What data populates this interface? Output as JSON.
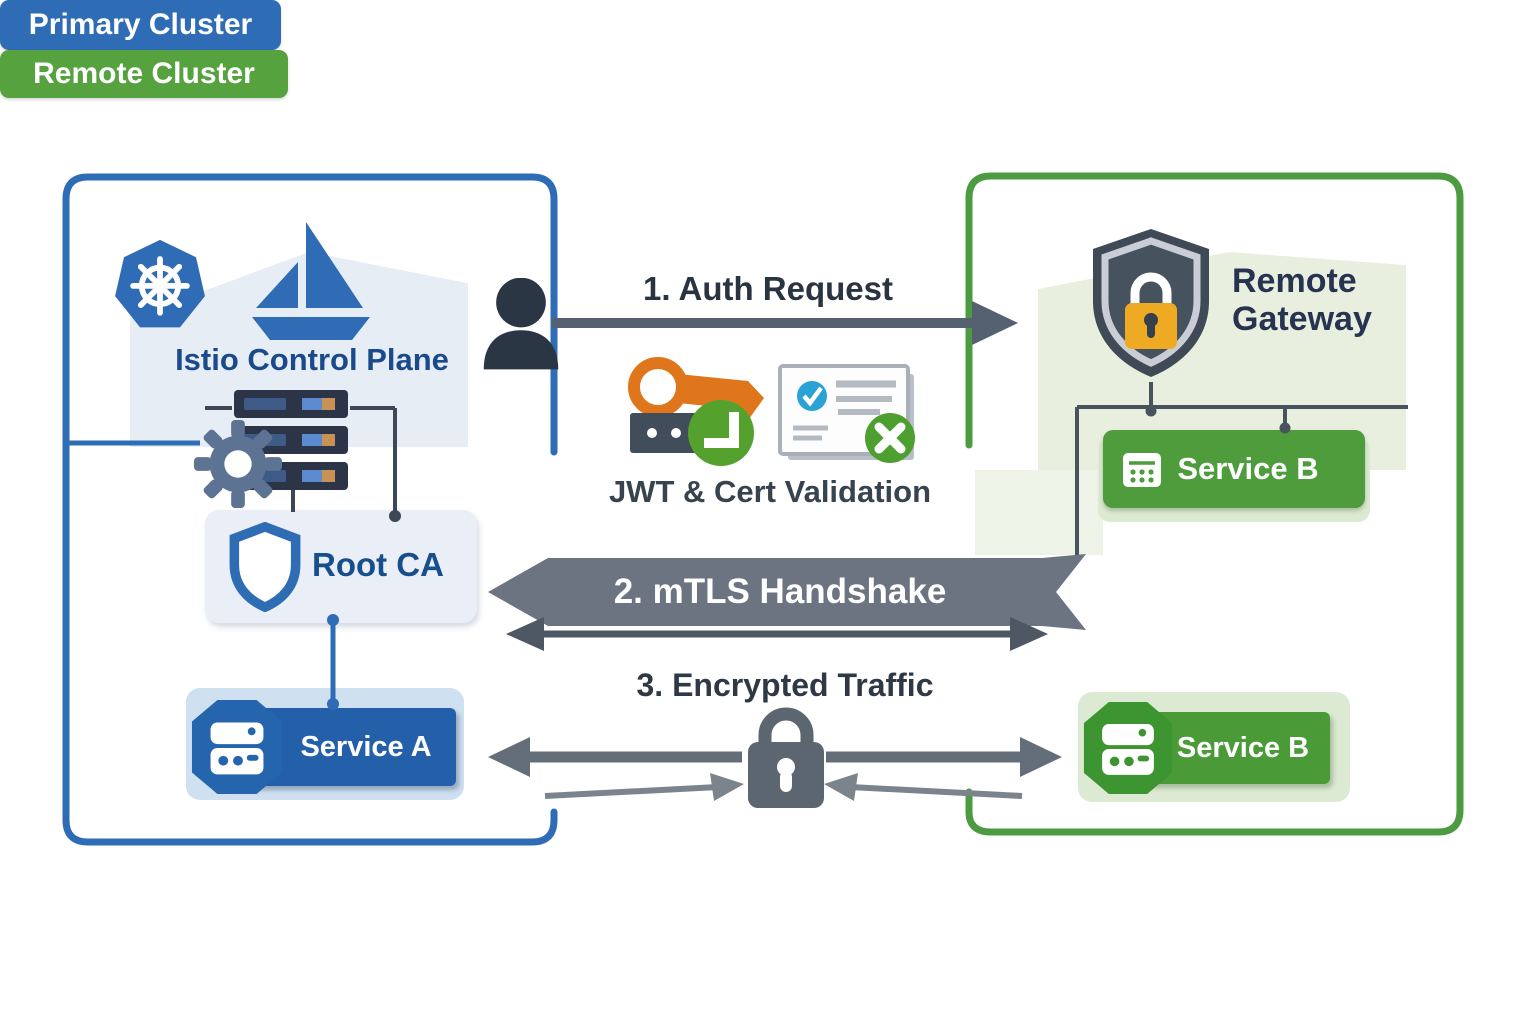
{
  "primary_cluster": {
    "label": "Primary Cluster",
    "istio_title": "Istio Control Plane",
    "root_ca_label": "Root CA",
    "service_a_label": "Service A"
  },
  "remote_cluster": {
    "label": "Remote Cluster",
    "gateway_label": "Remote Gateway",
    "service_b_top_label": "Service B",
    "service_b_bottom_label": "Service B"
  },
  "flows": {
    "auth_request": "1. Auth Request",
    "jwt_cert_validation": "JWT & Cert Validation",
    "mtls_handshake": "2. mTLS Handshake",
    "encrypted_traffic": "3. Encrypted Traffic"
  },
  "colors": {
    "primary_blue": "#2e6cb5",
    "navy_text": "#1b4a8c",
    "cluster_green": "#4d9b41",
    "service_green": "#4e9c3c",
    "arrow_gray": "#5a6570",
    "band_gray": "#6b7480",
    "key_orange": "#e0761c",
    "valid_green": "#53a02c",
    "check_blue": "#2aa3d4",
    "lock_gold": "#eeaa22",
    "dark_text": "#2e3946"
  },
  "icons": {
    "kubernetes-icon": "blue heptagon with white ship wheel",
    "istio-sailboat-icon": "blue sailboat",
    "server-rack-icon": "dark server stack",
    "gear-icon": "steel gear",
    "root-ca-shield-icon": "blue outlined shield",
    "user-icon": "dark person silhouette",
    "key-icon": "orange key",
    "token-icon": "dark box with dots and green clock badge",
    "certificate-icon": "card with blue check and green x badge",
    "gateway-shield-lock-icon": "dark shield with gold padlock",
    "padlock-icon": "gray padlock",
    "service-node-icon": "octagon with white server",
    "grid-icon": "white keypad square"
  }
}
